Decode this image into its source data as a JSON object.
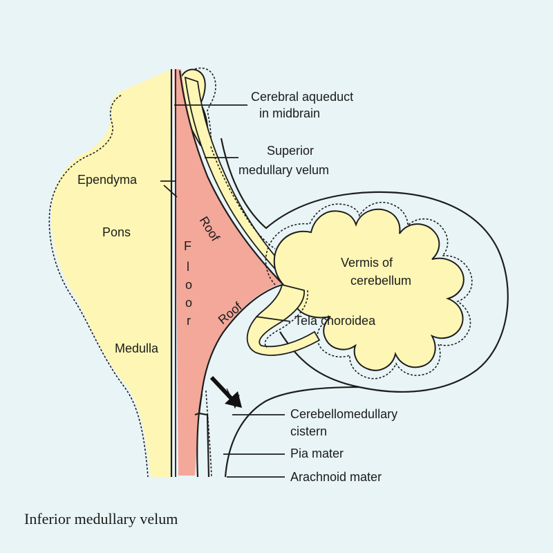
{
  "colors": {
    "background": "#e9f4f6",
    "brain_tissue": "#fdf6b5",
    "ventricle": "#f3a89a",
    "outline": "#1d1d1d"
  },
  "labels": {
    "cerebral_aqueduct": [
      "Cerebral aqueduct",
      "in midbrain"
    ],
    "superior_medullary_velum": [
      "Superior",
      "medullary velum"
    ],
    "ependyma": "Ependyma",
    "pons": "Pons",
    "roof_upper": "Roof",
    "floor": [
      "F",
      "l",
      "o",
      "o",
      "r"
    ],
    "vermis": [
      "Vermis of",
      "cerebellum"
    ],
    "roof_lower": "Roof",
    "tela_choroidea": "Tela choroidea",
    "medulla": "Medulla",
    "cerebellomedullary_cistern": [
      "Cerebellomedullary",
      "cistern"
    ],
    "pia_mater": "Pia mater",
    "arachnoid_mater": "Arachnoid mater"
  },
  "caption": "Inferior medullary velum"
}
